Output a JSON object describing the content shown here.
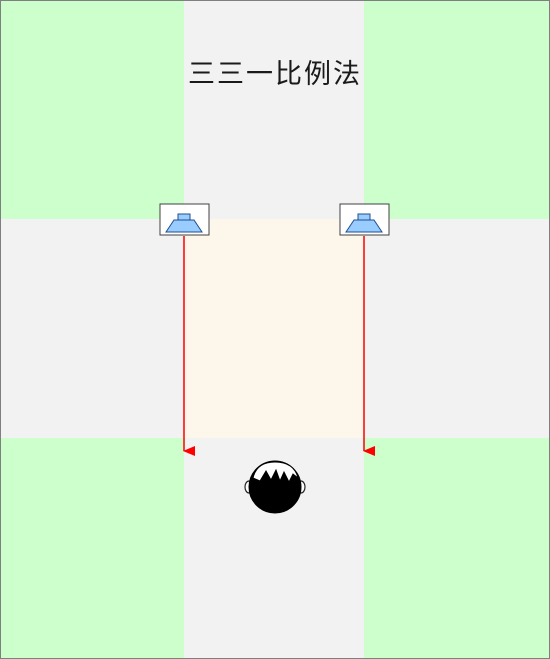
{
  "diagram": {
    "title": "三三一比例法",
    "colors": {
      "side_zone": "#ccffcc",
      "center_zone": "#f2f2f2",
      "listening_area": "#fdf6ea",
      "arrow": "#ff0000",
      "speaker_cone": "#99ccff",
      "speaker_stroke": "#1f4e8c",
      "border": "#7f7f7f"
    },
    "speakers": [
      {
        "name": "left-speaker",
        "icon": "speaker-icon"
      },
      {
        "name": "right-speaker",
        "icon": "speaker-icon"
      }
    ],
    "listener": {
      "icon": "listener-head-icon"
    }
  }
}
